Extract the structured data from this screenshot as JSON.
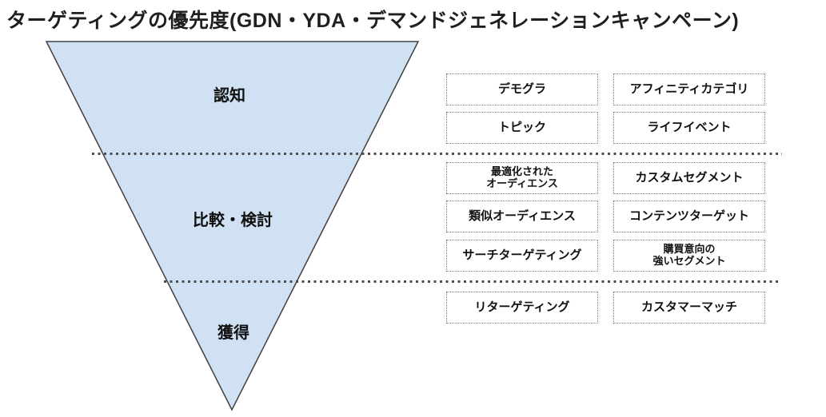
{
  "title": "ターゲティングの優先度(GDN・YDA・デマンドジェネレーションキャンペーン)",
  "colors": {
    "funnel_fill": "#cfe1f2",
    "funnel_border": "#404040",
    "box_border": "#7a7a7a",
    "dotted_line": "#4d4d4d",
    "text": "#111111"
  },
  "funnel": {
    "stages": [
      {
        "label": "認知"
      },
      {
        "label": "比較・検討"
      },
      {
        "label": "獲得"
      }
    ]
  },
  "boxes": [
    {
      "label": "デモグラ",
      "stage": "認知"
    },
    {
      "label": "アフィニティカテゴリ",
      "stage": "認知"
    },
    {
      "label": "トピック",
      "stage": "認知"
    },
    {
      "label": "ライフイベント",
      "stage": "認知"
    },
    {
      "label": "最適化された\nオーディエンス",
      "stage": "比較・検討"
    },
    {
      "label": "カスタムセグメント",
      "stage": "比較・検討"
    },
    {
      "label": "類似オーディエンス",
      "stage": "比較・検討"
    },
    {
      "label": "コンテンツターゲット",
      "stage": "比較・検討"
    },
    {
      "label": "サーチターゲティング",
      "stage": "比較・検討"
    },
    {
      "label": "購買意向の\n強いセグメント",
      "stage": "比較・検討"
    },
    {
      "label": "リターゲティング",
      "stage": "獲得"
    },
    {
      "label": "カスタマーマッチ",
      "stage": "獲得"
    }
  ]
}
